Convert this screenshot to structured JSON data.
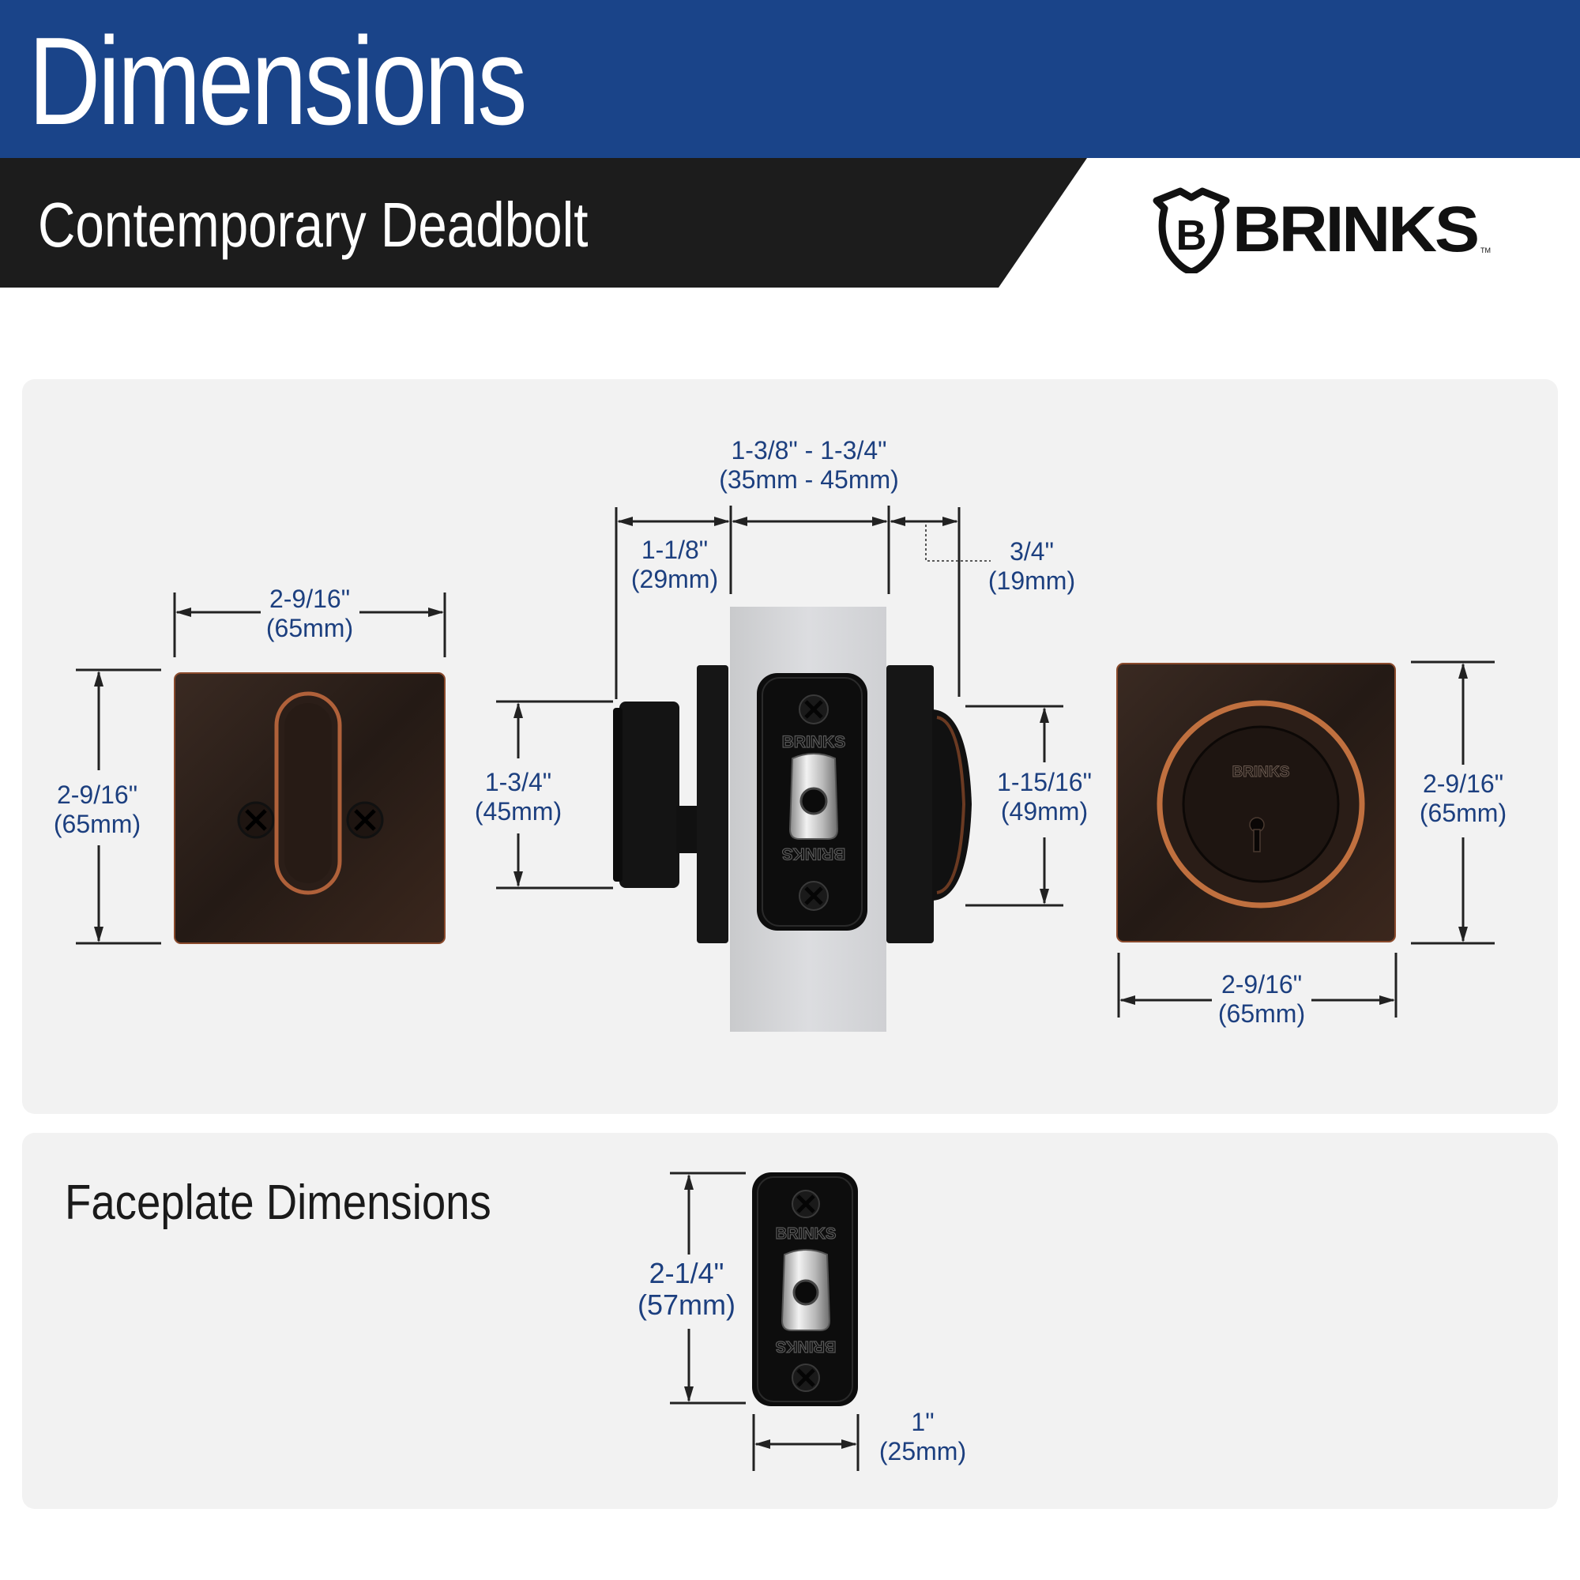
{
  "header": {
    "title": "Dimensions",
    "subtitle": "Contemporary Deadbolt",
    "brand": "BRINKS",
    "brand_letter": "B",
    "trademark": "TM"
  },
  "colors": {
    "banner_blue": "#1a4489",
    "subbar_black": "#1c1c1c",
    "panel_gray": "#f2f2f2",
    "dimension_blue": "#1c3f7f",
    "bronze_finish": "#2a1d17",
    "copper_edge": "#b0613a"
  },
  "diagram": {
    "thumbturn": {
      "width": {
        "imperial": "2-9/16\"",
        "metric": "(65mm)"
      },
      "height": {
        "imperial": "2-9/16\"",
        "metric": "(65mm)"
      }
    },
    "side_view": {
      "door_thickness": {
        "imperial": "1-3/8\" - 1-3/4\"",
        "metric": "(35mm - 45mm)"
      },
      "thumbturn_projection": {
        "imperial": "1-1/8\"",
        "metric": "(29mm)"
      },
      "cylinder_projection": {
        "imperial": "3/4\"",
        "metric": "(19mm)"
      },
      "thumbturn_height": {
        "imperial": "1-3/4\"",
        "metric": "(45mm)"
      },
      "cylinder_height": {
        "imperial": "1-15/16\"",
        "metric": "(49mm)"
      },
      "plate_brand": "BRINKS"
    },
    "keyed_exterior": {
      "width": {
        "imperial": "2-9/16\"",
        "metric": "(65mm)"
      },
      "height": {
        "imperial": "2-9/16\"",
        "metric": "(65mm)"
      },
      "cylinder_brand": "BRINKS"
    }
  },
  "faceplate": {
    "title": "Faceplate Dimensions",
    "height": {
      "imperial": "2-1/4\"",
      "metric": "(57mm)"
    },
    "width": {
      "imperial": "1\"",
      "metric": "(25mm)"
    },
    "plate_brand": "BRINKS"
  }
}
